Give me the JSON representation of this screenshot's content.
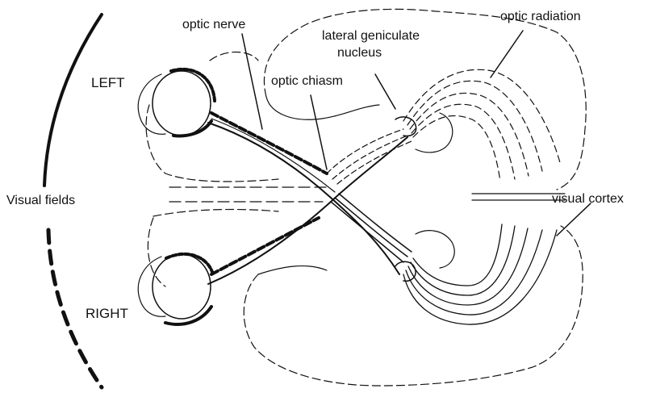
{
  "labels": {
    "optic_nerve": "optic nerve",
    "lateral_geniculate_line1": "lateral geniculate",
    "lateral_geniculate_line2": "nucleus",
    "optic_radiation": "optic radiation",
    "optic_chiasm": "optic chiasm",
    "left": "LEFT",
    "right": "RIGHT",
    "visual_fields": "Visual fields",
    "visual_cortex": "visual cortex"
  },
  "colors": {
    "ink": "#111111",
    "background": "#ffffff"
  }
}
